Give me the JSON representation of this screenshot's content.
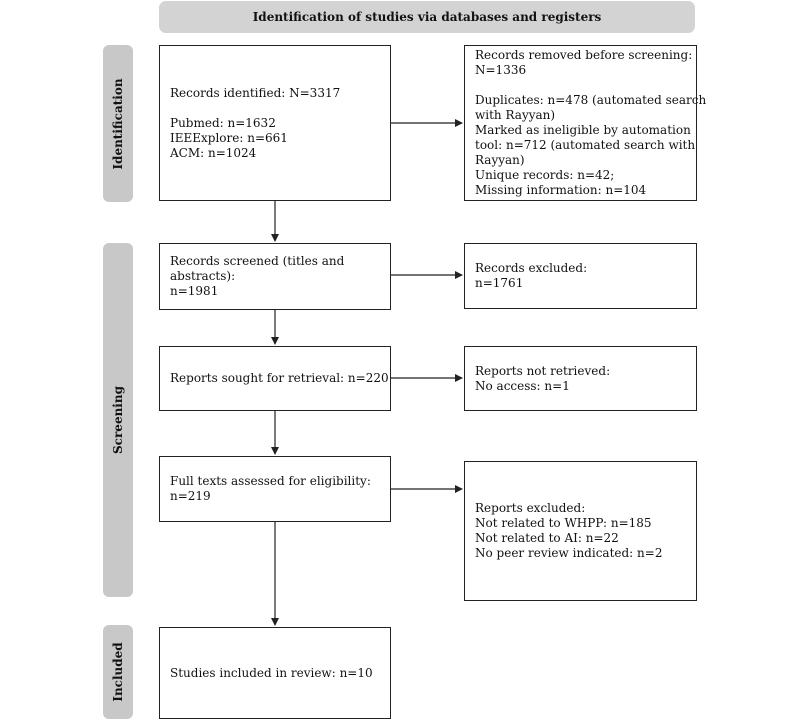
{
  "header": {
    "title": "Identification of studies via databases and registers"
  },
  "stages": {
    "identification": "Identification",
    "screening": "Screening",
    "included": "Included"
  },
  "boxes": {
    "records_identified": {
      "lines": [
        "Records identified: N=3317",
        "",
        "Pubmed: n=1632",
        "IEEExplore: n=661",
        "ACM: n=1024"
      ]
    },
    "records_removed": {
      "lines": [
        "Records removed before screening:",
        "N=1336",
        "",
        "Duplicates: n=478 (automated search",
        "with Rayyan)",
        "Marked as ineligible by automation",
        "tool: n=712 (automated search with",
        "Rayyan)",
        "Unique records: n=42;",
        "Missing information: n=104"
      ]
    },
    "records_screened": {
      "lines": [
        "Records screened (titles and",
        "abstracts):",
        "n=1981"
      ]
    },
    "records_excluded": {
      "lines": [
        "Records excluded:",
        "n=1761"
      ]
    },
    "reports_sought": {
      "lines": [
        "Reports sought for retrieval: n=220"
      ]
    },
    "reports_not_retrieved": {
      "lines": [
        "Reports not retrieved:",
        "No access: n=1"
      ]
    },
    "full_texts": {
      "lines": [
        "Full texts assessed for eligibility:",
        "n=219"
      ]
    },
    "reports_excluded": {
      "lines": [
        "Reports excluded:",
        "Not related to WHPP: n=185",
        "Not related to AI: n=22",
        "No peer review indicated: n=2"
      ]
    },
    "studies_included": {
      "lines": [
        "Studies included in review: n=10"
      ]
    }
  }
}
